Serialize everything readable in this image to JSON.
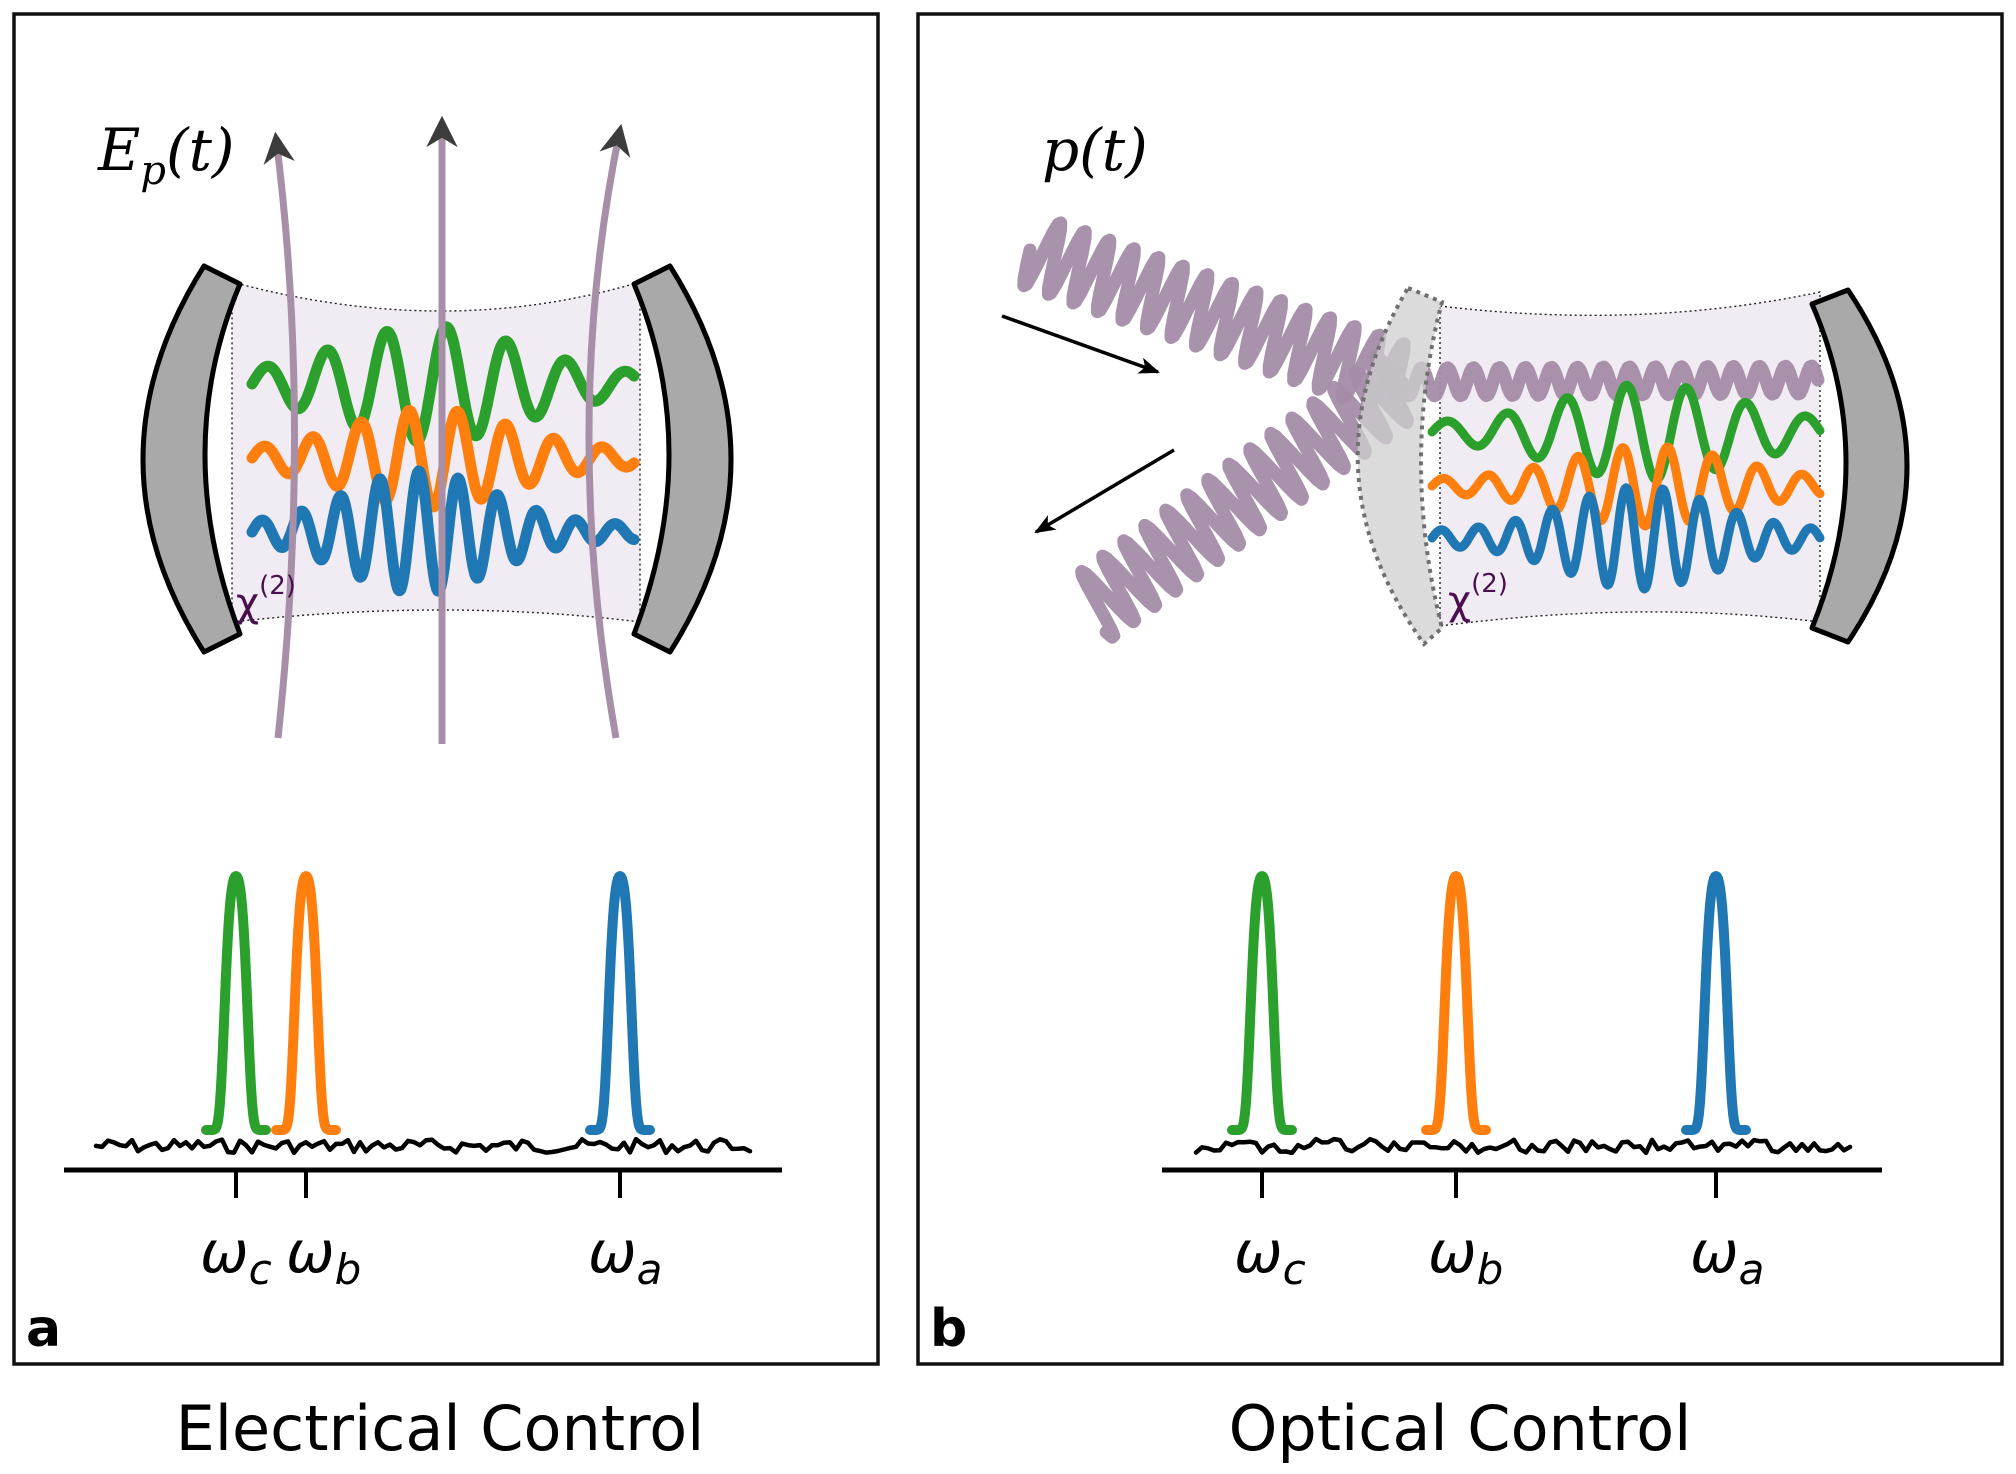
{
  "colors": {
    "mode_a": "#1f77b4",
    "mode_b": "#ff7f0e",
    "mode_c": "#2ca02c",
    "pump": "#a48ca7",
    "mirror": "#a9a9a9",
    "cavity": "#f1ebf4",
    "chi_text": "#4a0f4e"
  },
  "panels": [
    {
      "letter": "a",
      "caption": "Electrical Control",
      "drive_label": "E_p(t)",
      "drive_main": "E",
      "drive_sub": "p",
      "drive_arg": "(t)",
      "chi_label": "χ",
      "chi_sup": "(2)",
      "spectrum_labels": [
        {
          "sym": "ω",
          "sub": "c"
        },
        {
          "sym": "ω",
          "sub": "b"
        },
        {
          "sym": "ω",
          "sub": "a"
        }
      ]
    },
    {
      "letter": "b",
      "caption": "Optical Control",
      "drive_label": "p(t)",
      "drive_main": "p(t)",
      "chi_label": "χ",
      "chi_sup": "(2)",
      "spectrum_labels": [
        {
          "sym": "ω",
          "sub": "c"
        },
        {
          "sym": "ω",
          "sub": "b"
        },
        {
          "sym": "ω",
          "sub": "a"
        }
      ]
    }
  ]
}
